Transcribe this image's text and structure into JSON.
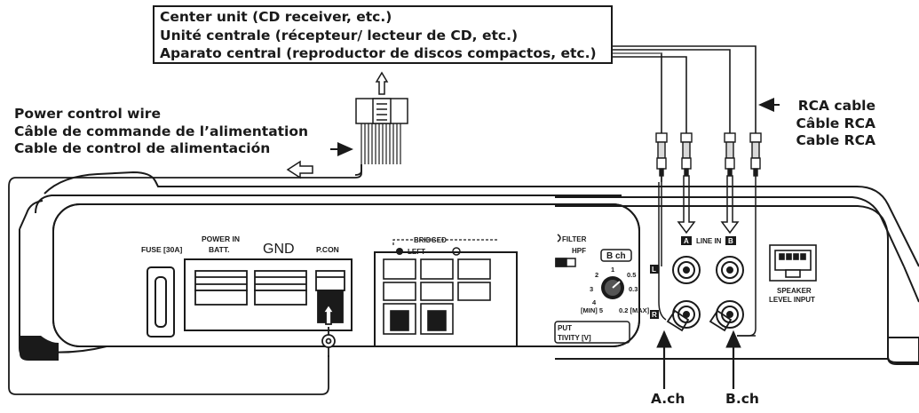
{
  "center_unit": {
    "lines": [
      "Center unit (CD receiver, etc.)",
      "Unité centrale (récepteur/ lecteur de CD, etc.)",
      "Aparato central (reproductor de discos compactos, etc.)"
    ]
  },
  "power_control": {
    "lines": [
      "Power control wire",
      "Câble de commande de l’alimentation",
      "Cable de control de alimentación"
    ]
  },
  "rca_cable": {
    "lines": [
      "RCA cable",
      "Câble RCA",
      "Cable RCA"
    ]
  },
  "channels": {
    "a": "A.ch",
    "b": "B.ch"
  },
  "amp_left": {
    "fuse": "FUSE [30A]",
    "power_in_line1": "POWER IN",
    "power_in_line2": "BATT.",
    "gnd": "GND",
    "pcon": "P.CON",
    "bridged": "BRIDGED",
    "left": "LEFT"
  },
  "amp_right": {
    "filter": "FILTER",
    "hpf": "HPF",
    "bch_label": "B ch",
    "knob_marks": [
      "1",
      "2",
      "0.5",
      "3",
      "0.3",
      "4",
      "[MIN] 5",
      "0.2 [MAX]"
    ],
    "sens_line1": "PUT",
    "sens_line2": "TIVITY [V]",
    "line_in": "LINE IN",
    "jack_a": "A",
    "jack_b": "B",
    "row_l": "L",
    "row_r": "R",
    "speaker_line1": "SPEAKER",
    "speaker_line2": "LEVEL INPUT"
  }
}
